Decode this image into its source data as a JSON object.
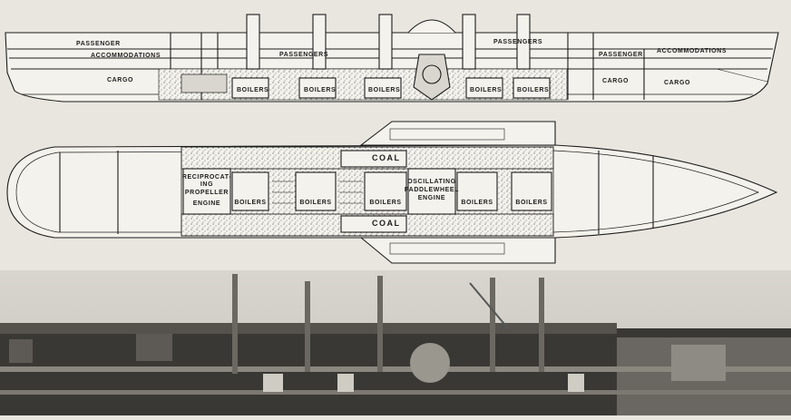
{
  "profile": {
    "labels": {
      "passenger_fwd": "PASSENGER",
      "accommodations_fwd": "ACCOMMODATIONS",
      "cargo_fwd": "CARGO",
      "passengers_mid1": "PASSENGERS",
      "passengers_mid2": "PASSENGERS",
      "passenger_aft": "PASSENGER",
      "accommodations_aft": "ACCOMMODATIONS",
      "cargo_aft1": "CARGO",
      "cargo_aft2": "CARGO",
      "boilers": [
        "BOILERS",
        "BOILERS",
        "BOILERS",
        "BOILERS",
        "BOILERS"
      ]
    }
  },
  "plan": {
    "labels": {
      "coal_top": "COAL",
      "coal_bottom": "COAL",
      "recip_line1": "RECIPROCAT-",
      "recip_line2": "ING",
      "recip_line3": "PROPELLER",
      "recip_line4": "ENGINE",
      "osc_line1": "OSCILLATING",
      "osc_line2": "PADDLEWHEEL",
      "osc_line3": "ENGINE",
      "boilers": [
        "BOILERS",
        "BOILERS",
        "BOILERS",
        "BOILERS",
        "BOILERS"
      ]
    }
  },
  "colors": {
    "paper": "#e9e6df",
    "ink": "#1d1d1d"
  }
}
